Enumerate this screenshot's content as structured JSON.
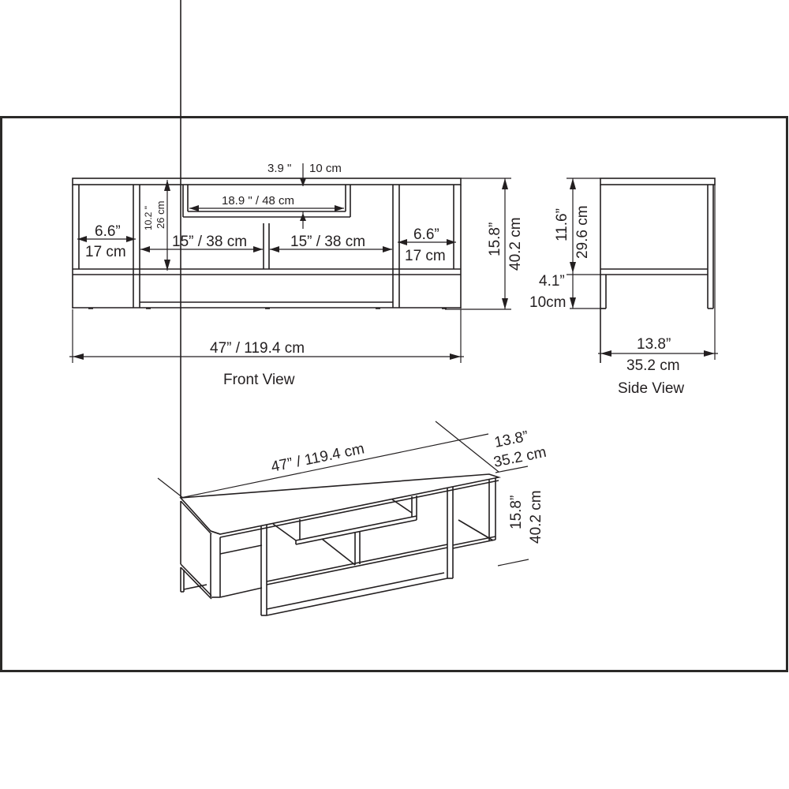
{
  "drawing": {
    "line_color": "#231f20",
    "background": "#ffffff"
  },
  "front_view": {
    "caption": "Front View",
    "top_gap_in": "3.9 \"",
    "top_gap_cm": "10 cm",
    "center_shelf_width": "18.9 \" / 48 cm",
    "inner_height_in": "10.2 \"",
    "inner_height_cm": "26 cm",
    "left_side_in": "6.6”",
    "left_side_cm": "17 cm",
    "center_left": "15” / 38 cm",
    "center_right": "15” / 38 cm",
    "right_side_in": "6.6”",
    "right_side_cm": "17 cm",
    "total_height_in": "15.8”",
    "total_height_cm": "40.2 cm",
    "total_width": "47” / 119.4 cm"
  },
  "side_view": {
    "caption": "Side View",
    "upper_height_in": "11.6”",
    "upper_height_cm": "29.6 cm",
    "leg_height_in": "4.1”",
    "leg_height_cm": "10cm",
    "depth_in": "13.8”",
    "depth_cm": "35.2 cm"
  },
  "perspective_view": {
    "width": "47” / 119.4 cm",
    "depth_in": "13.8”",
    "depth_cm": "35.2 cm",
    "height_in": "15.8”",
    "height_cm": "40.2 cm"
  }
}
